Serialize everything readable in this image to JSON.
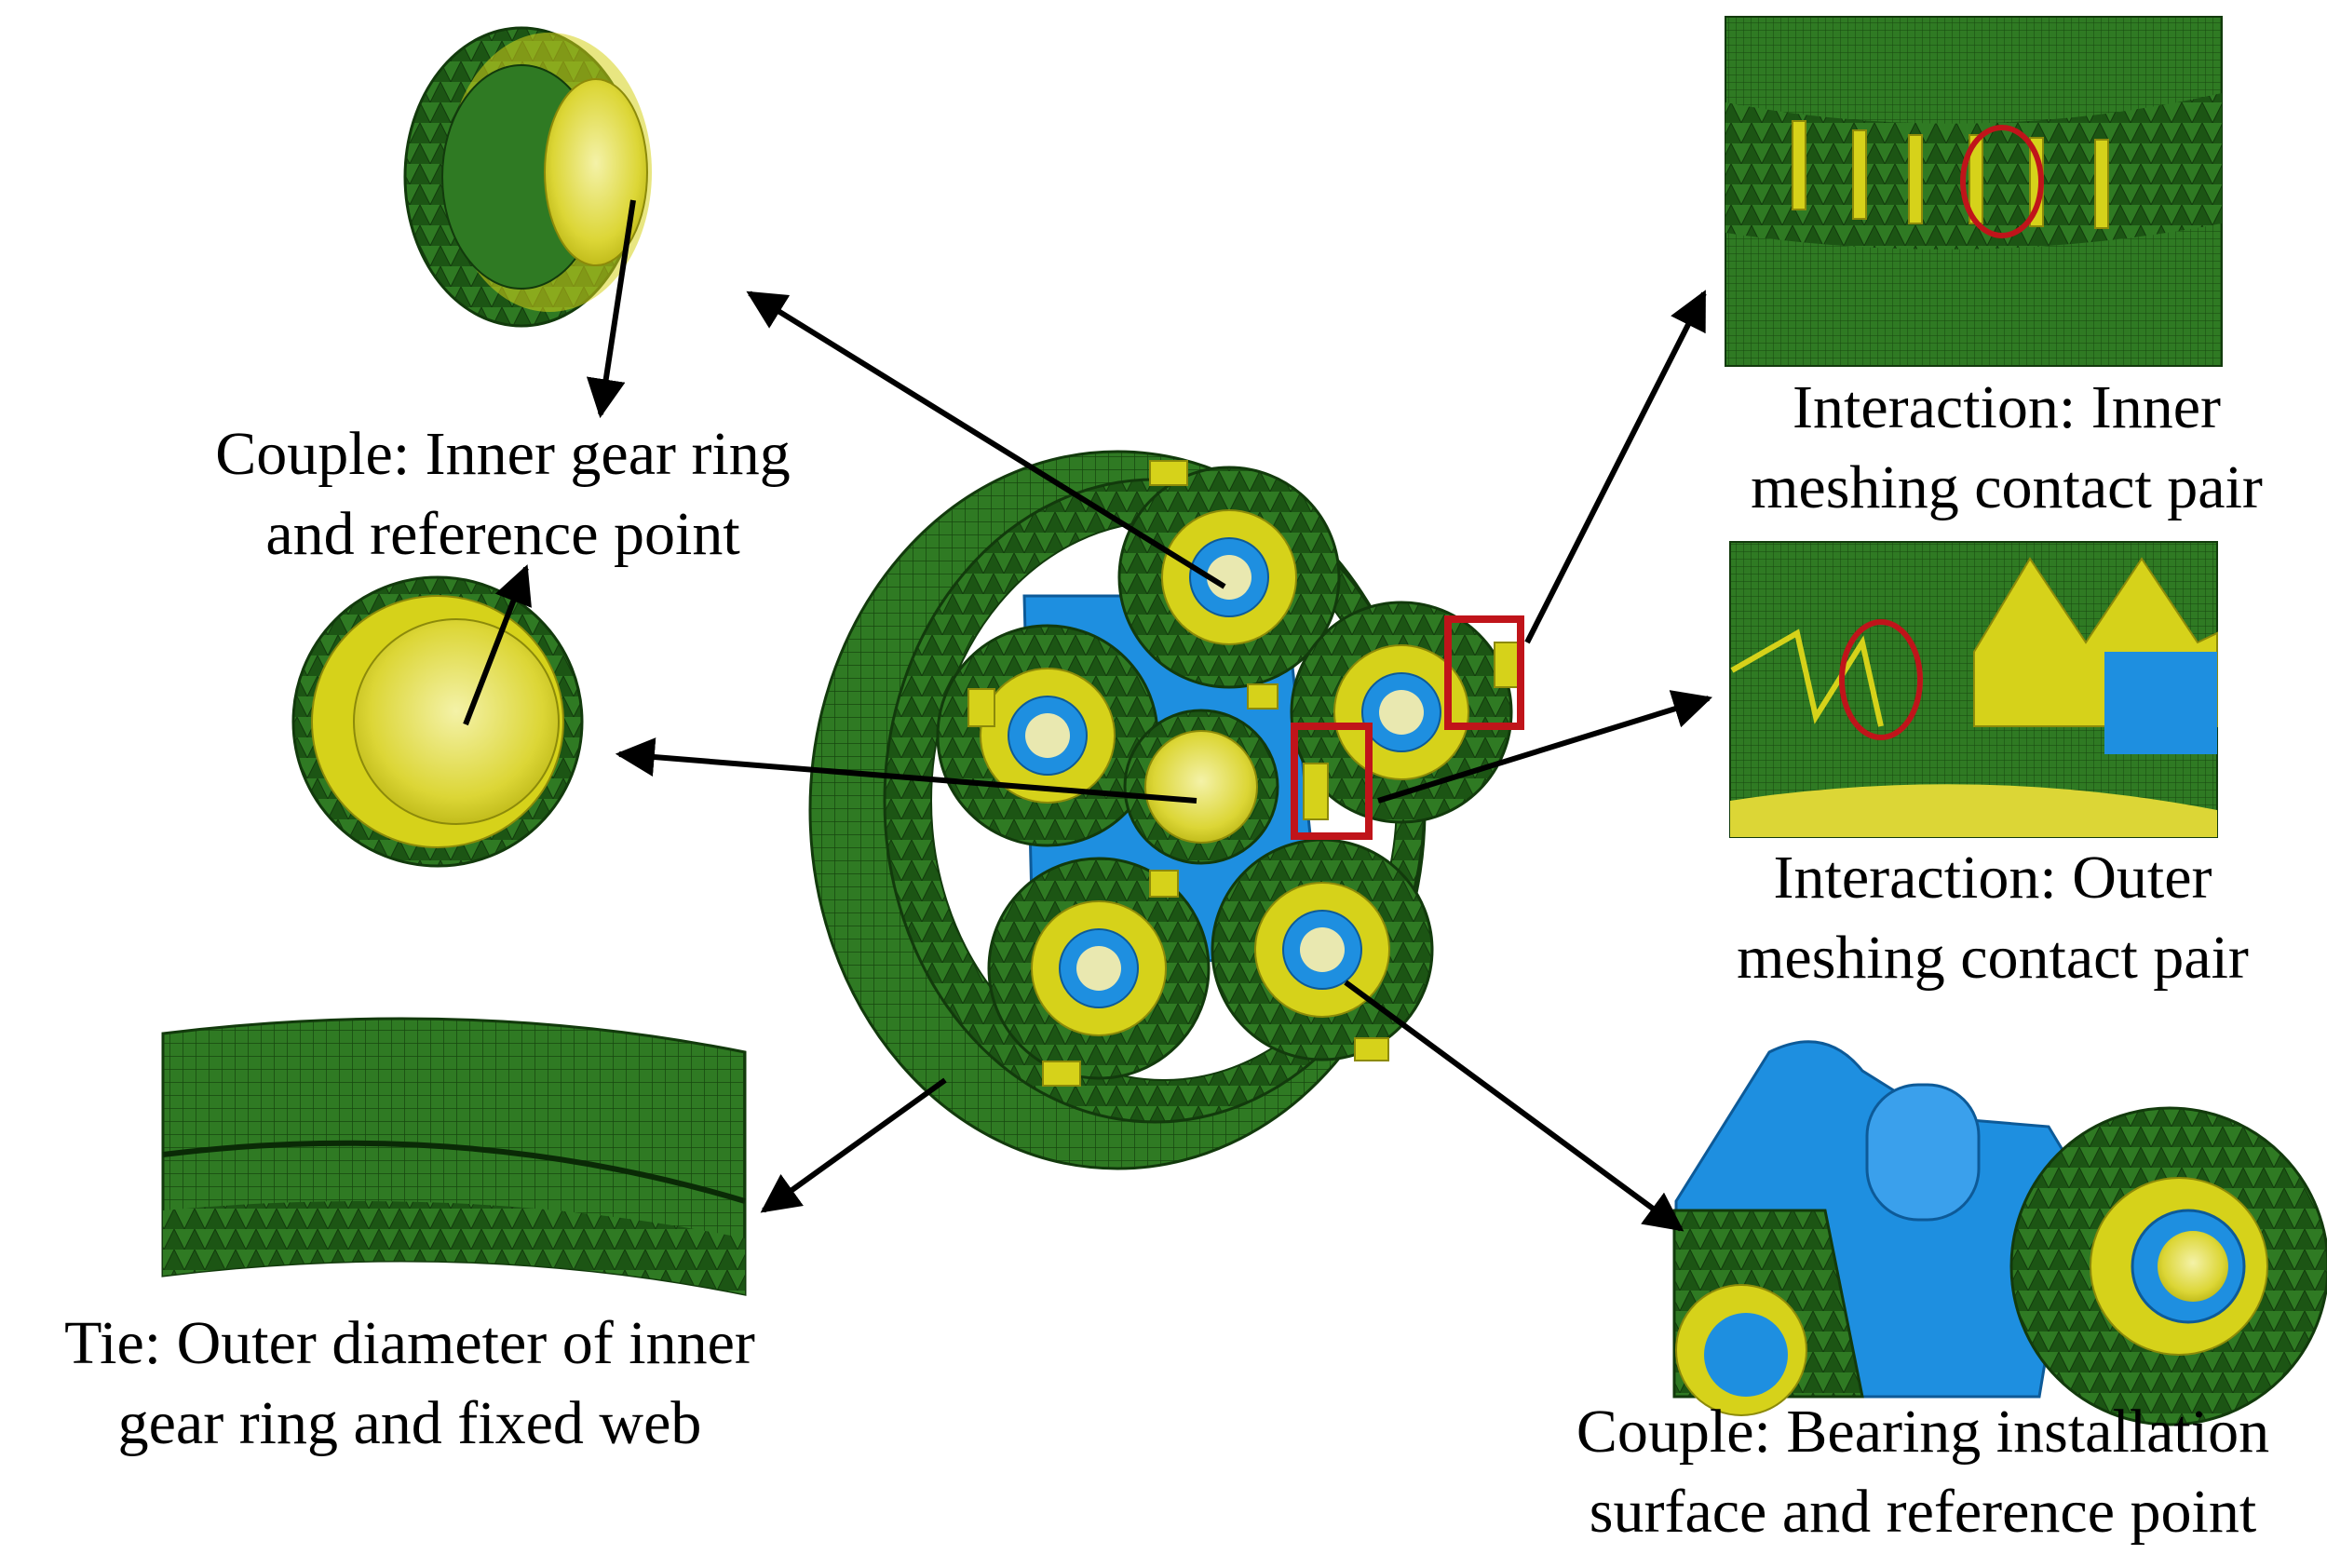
{
  "labels": {
    "couple_inner_ring": {
      "line1": "Couple: Inner gear ring",
      "line2": "and reference point"
    },
    "interaction_inner": {
      "line1": "Interaction: Inner",
      "line2": "meshing contact pair"
    },
    "interaction_outer": {
      "line1": "Interaction: Outer",
      "line2": "meshing contact pair"
    },
    "tie": {
      "line1": "Tie: Outer diameter of inner",
      "line2": "gear ring and fixed web"
    },
    "couple_bearing": {
      "line1": "Couple: Bearing installation",
      "line2": "surface and reference point"
    }
  },
  "colors": {
    "mesh_green": "#2f7a23",
    "mesh_dark": "#1f5a17",
    "yellow": "#d6d21a",
    "blue": "#1e8fe0",
    "highlight_red": "#c0141a",
    "arrow": "#000000"
  }
}
